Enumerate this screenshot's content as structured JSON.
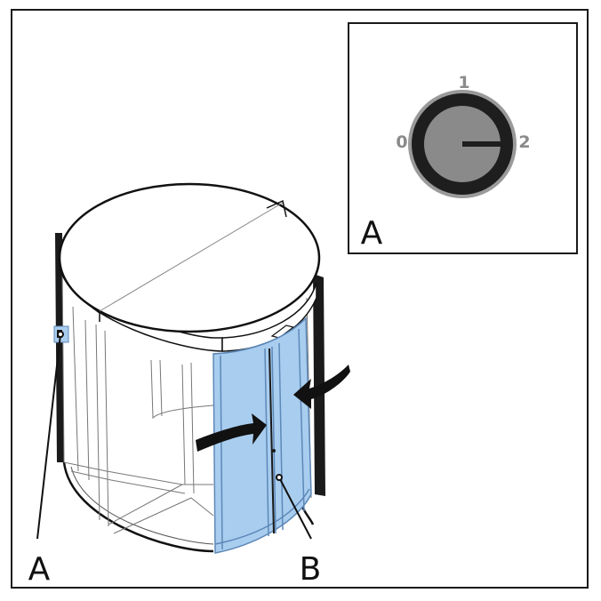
{
  "callouts": {
    "main_left": "A",
    "main_right": "B",
    "inset": "A"
  },
  "dial": {
    "positions": [
      "0",
      "1",
      "2"
    ],
    "selected": "2"
  },
  "colors": {
    "door_glass": "#a9cdee",
    "door_frame": "#5d88b8",
    "line": "#111111",
    "dial_ring": "#9a9a9a",
    "dial_face": "#8a8a8a",
    "dial_body": "#1e1e1e",
    "dial_label": "#8a8a8a",
    "arrow": "#111111"
  }
}
